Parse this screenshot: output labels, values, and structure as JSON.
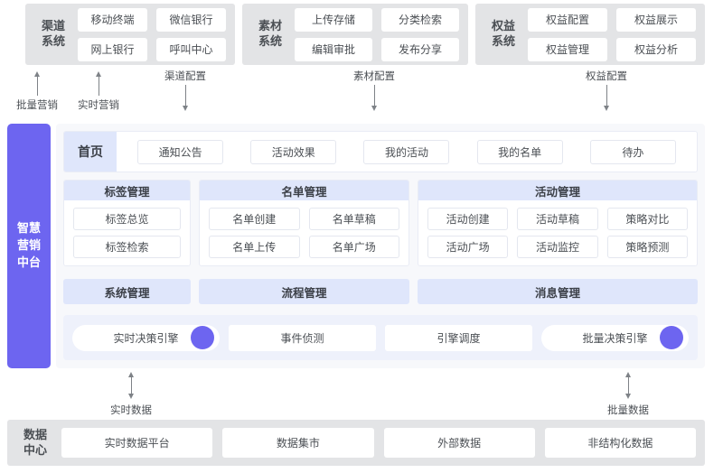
{
  "top_systems": [
    {
      "id": "channel-system",
      "title": "渠道\n系统",
      "items": [
        "移动终端",
        "微信银行",
        "网上银行",
        "呼叫中心"
      ]
    },
    {
      "id": "material-system",
      "title": "素材\n系统",
      "items": [
        "上传存储",
        "分类检索",
        "编辑审批",
        "发布分享"
      ]
    },
    {
      "id": "rights-system",
      "title": "权益\n系统",
      "items": [
        "权益配置",
        "权益展示",
        "权益管理",
        "权益分析"
      ]
    }
  ],
  "top_arrows": [
    {
      "label": "批量营销",
      "direction": "up"
    },
    {
      "label": "实时营销",
      "direction": "up"
    },
    {
      "label": "渠道配置",
      "direction": "down"
    },
    {
      "label": "素材配置",
      "direction": "down"
    },
    {
      "label": "权益配置",
      "direction": "down"
    }
  ],
  "sidebar": {
    "title": "智慧营销中台"
  },
  "platform": {
    "active_tab": "首页",
    "tabs": [
      "通知公告",
      "活动效果",
      "我的活动",
      "我的名单",
      "待办"
    ],
    "cards": [
      {
        "title": "标签管理",
        "items": [
          "标签总览",
          "标签检索"
        ],
        "columns": 1
      },
      {
        "title": "名单管理",
        "items": [
          "名单创建",
          "名单草稿",
          "名单上传",
          "名单广场"
        ],
        "columns": 2
      },
      {
        "title": "活动管理",
        "items": [
          "活动创建",
          "活动草稿",
          "策略对比",
          "活动广场",
          "活动监控",
          "策略预测"
        ],
        "columns": 3
      }
    ],
    "mgmt_bars": [
      "系统管理",
      "流程管理",
      "消息管理"
    ],
    "engines": [
      {
        "label": "实时决策引擎",
        "dot": true,
        "shape": "pill"
      },
      {
        "label": "事件侦测",
        "dot": false,
        "shape": "square"
      },
      {
        "label": "引擎调度",
        "dot": false,
        "shape": "square"
      },
      {
        "label": "批量决策引擎",
        "dot": true,
        "shape": "pill"
      }
    ]
  },
  "bottom_arrows": [
    {
      "label": "实时数据",
      "direction": "both"
    },
    {
      "label": "批量数据",
      "direction": "both"
    }
  ],
  "data_center": {
    "title": "数据\n中心",
    "items": [
      "实时数据平台",
      "数据集市",
      "外部数据",
      "非结构化数据"
    ]
  },
  "colors": {
    "accent_purple": "#6d65f0",
    "header_blue": "#dfe6fb",
    "band_gray": "#e3e4e6",
    "panel_bg": "#f7f8fb"
  }
}
